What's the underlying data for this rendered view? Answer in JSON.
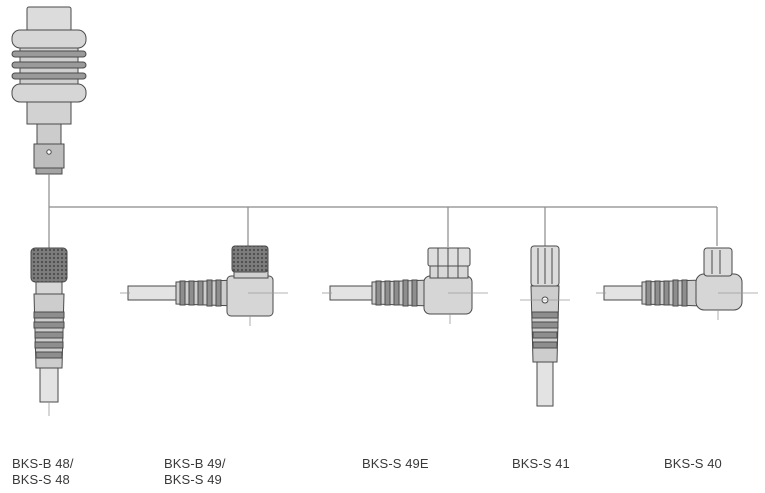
{
  "connectors": [
    {
      "id": "bks-b48",
      "label_lines": [
        "BKS-B 48/",
        "BKS-S 48"
      ]
    },
    {
      "id": "bks-b49",
      "label_lines": [
        "BKS-B 49/",
        "BKS-S 49"
      ]
    },
    {
      "id": "bks-s49e",
      "label_lines": [
        "BKS-S 49E"
      ]
    },
    {
      "id": "bks-s41",
      "label_lines": [
        "BKS-S 41"
      ]
    },
    {
      "id": "bks-s40",
      "label_lines": [
        "BKS-S 40"
      ]
    }
  ],
  "colors": {
    "outline": "#4a4a4a",
    "body_fill": "#d2d2d2",
    "light_fill": "#e4e4e4",
    "dark_band": "#9a9a9a",
    "knurl": "#6a6a6a",
    "line": "#8a8a8a",
    "text": "#3a3a3a"
  }
}
